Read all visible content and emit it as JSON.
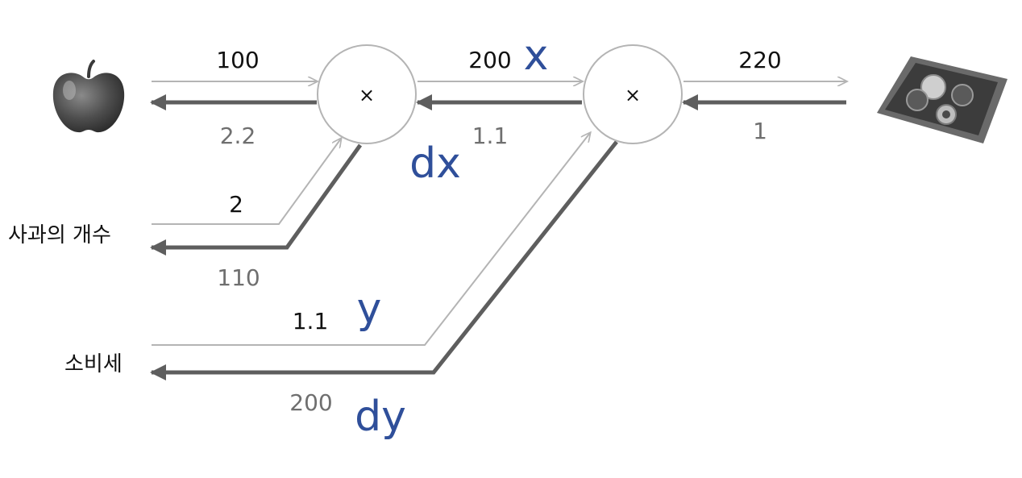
{
  "inputs": {
    "apple_count_label": "사과의 개수",
    "tax_label": "소비세"
  },
  "nodes": {
    "mul1": "×",
    "mul2": "×"
  },
  "forward": {
    "apple_price": "100",
    "apple_count": "2",
    "apple_total": "200",
    "tax": "1.1",
    "result": "220"
  },
  "backward": {
    "d_apple_price": "2.2",
    "d_apple_count": "110",
    "d_apple_total": "1.1",
    "d_tax": "200",
    "d_result": "1"
  },
  "variables": {
    "x": "x",
    "dx": "dx",
    "y": "y",
    "dy": "dy"
  },
  "icons": {
    "apple": "apple-icon",
    "tray": "money-tray-icon"
  },
  "colors": {
    "forward_arrow": "#b4b4b4",
    "backward_arrow": "#5e5e5e",
    "variable_text": "#2f4f9a"
  }
}
